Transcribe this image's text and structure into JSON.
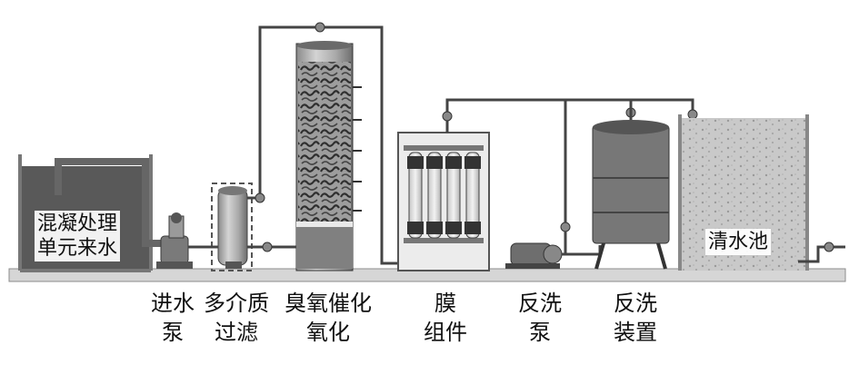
{
  "labels": {
    "source_line1": "混凝处理",
    "source_line2": "单元来水",
    "clear_pool": "清水池",
    "feed_pump_line1": "进水",
    "feed_pump_line2": "泵",
    "media_filter_line1": "多介质",
    "media_filter_line2": "过滤",
    "ozone_line1": "臭氧催化",
    "ozone_line2": "氧化",
    "membrane_line1": "膜",
    "membrane_line2": "组件",
    "backwash_pump_line1": "反洗",
    "backwash_pump_line2": "泵",
    "backwash_device_line1": "反洗",
    "backwash_device_line2": "装置"
  },
  "colors": {
    "pipe": "#444444",
    "vessel_fill": "#bdbdbd",
    "vessel_dark": "#6e6e6e",
    "water_dark": "#5a5a5a",
    "water_light": "#cfcfcf",
    "base": "#d9d9d9",
    "dash_box": "#555555"
  },
  "icons": [
    "valve-icon",
    "pump-icon",
    "membrane-tube-icon"
  ]
}
